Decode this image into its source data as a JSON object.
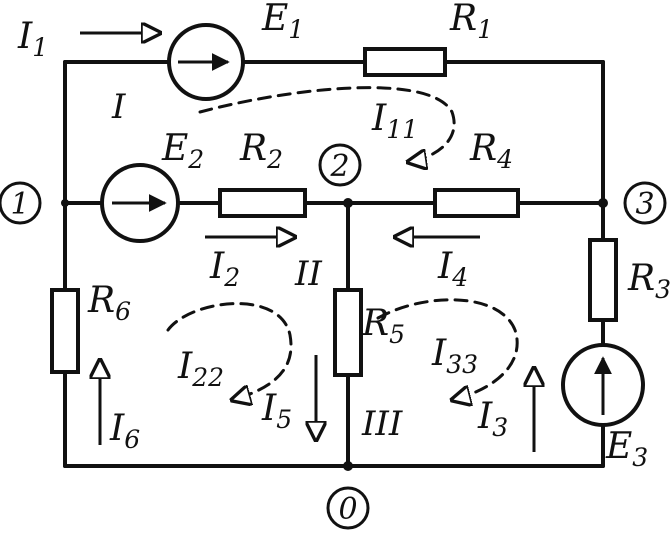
{
  "labels": {
    "I1": {
      "main": "I",
      "sub": "1"
    },
    "E1": {
      "main": "E",
      "sub": "1"
    },
    "R1": {
      "main": "R",
      "sub": "1"
    },
    "E2": {
      "main": "E",
      "sub": "2"
    },
    "R2": {
      "main": "R",
      "sub": "2"
    },
    "R4": {
      "main": "R",
      "sub": "4"
    },
    "I11": {
      "main": "I",
      "sub": "11"
    },
    "I2": {
      "main": "I",
      "sub": "2"
    },
    "I4": {
      "main": "I",
      "sub": "4"
    },
    "R3": {
      "main": "R",
      "sub": "3"
    },
    "R6": {
      "main": "R",
      "sub": "6"
    },
    "R5": {
      "main": "R",
      "sub": "5"
    },
    "I22": {
      "main": "I",
      "sub": "22"
    },
    "I33": {
      "main": "I",
      "sub": "33"
    },
    "I6": {
      "main": "I",
      "sub": "6"
    },
    "I5": {
      "main": "I",
      "sub": "5"
    },
    "I3": {
      "main": "I",
      "sub": "3"
    },
    "E3": {
      "main": "E",
      "sub": "3"
    }
  },
  "loops": {
    "l1": "I",
    "l2": "II",
    "l3": "III"
  },
  "nodes": {
    "n0": "0",
    "n1": "1",
    "n2": "2",
    "n3": "3"
  }
}
